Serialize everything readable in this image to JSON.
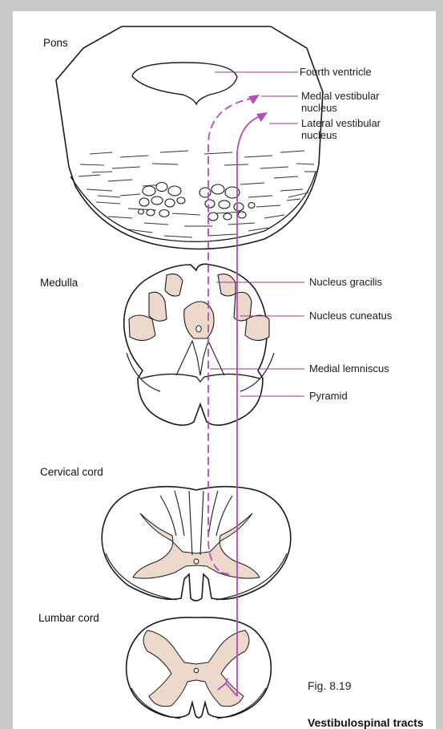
{
  "sections": {
    "pons": "Pons",
    "medulla": "Medulla",
    "cervical": "Cervical cord",
    "lumbar": "Lumbar cord"
  },
  "labels": {
    "fourth_ventricle": "Fourth ventricle",
    "medial_vestibular_1": "Medial vestibular",
    "medial_vestibular_2": "nucleus",
    "lateral_vestibular_1": "Lateral vestibular",
    "lateral_vestibular_2": "nucleus",
    "nucleus_gracilis": "Nucleus gracilis",
    "nucleus_cuneatus": "Nucleus cuneatus",
    "medial_lemniscus": "Medial lemniscus",
    "pyramid": "Pyramid"
  },
  "figure": {
    "number": "Fig. 8.19",
    "title": "Vestibulospinal tracts"
  },
  "colors": {
    "tract": "#b04fb7",
    "grey_matter": "#ecd9cc",
    "line": "#1a1a1a",
    "leader": "#8a3d8f"
  }
}
